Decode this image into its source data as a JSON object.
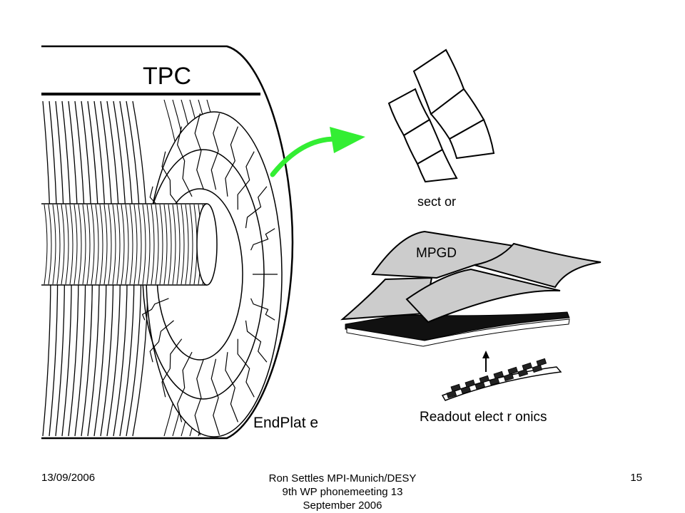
{
  "diagram": {
    "tpc_label": "TPC",
    "endplate_label": "EndPlat e",
    "sector_label": "sect or",
    "mpgd_label": "MPGD",
    "readout_label": "Readout  elect r onics",
    "arrow_color": "#33ee33",
    "pad_fill": "#cccccc"
  },
  "footer": {
    "date": "13/09/2006",
    "center_line1": "Ron Settles  MPI-Munich/DESY",
    "center_line2": "9th WP phonemeeting 13",
    "center_line3": "September 2006",
    "page": "15"
  }
}
